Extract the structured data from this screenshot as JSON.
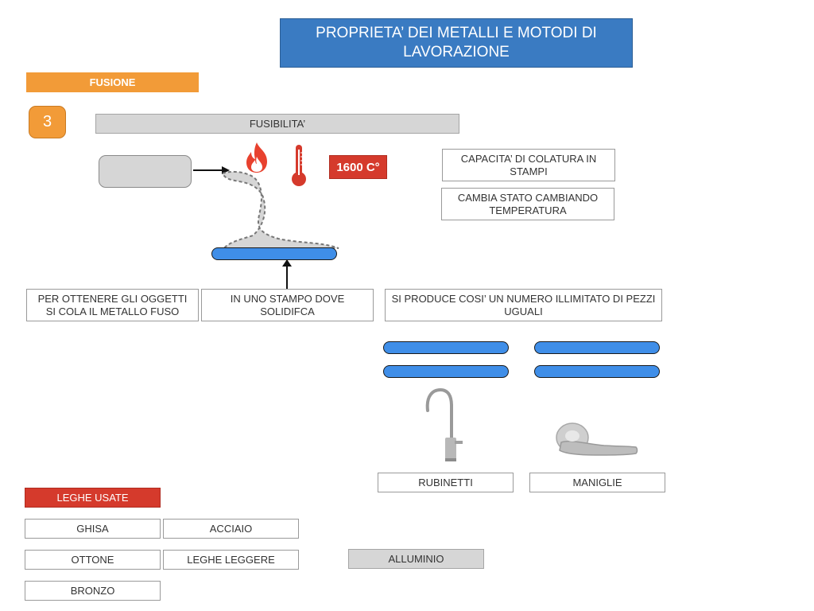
{
  "header": {
    "title": "PROPRIETA’ DEI METALLI E MOTODI DI LAVORAZIONE"
  },
  "section": {
    "label": "FUSIONE",
    "step_number": "3",
    "property": "FUSIBILITA’",
    "temperature": "1600 C°"
  },
  "notes": {
    "casting_capacity": "CAPACITA’ DI COLATURA IN STAMPI",
    "state_change": "CAMBIA STATO CAMBIANDO TEMPERATURA"
  },
  "process": {
    "step_1": "PER OTTENERE GLI OGGETTI SI COLA IL METALLO FUSO",
    "step_2": "IN UNO STAMPO DOVE SOLIDIFCA",
    "step_3": "SI PRODUCE COSI’ UN NUMERO ILLIMITATO DI PEZZI UGUALI"
  },
  "products": {
    "faucets": "RUBINETTI",
    "handles": "MANIGLIE"
  },
  "alloys": {
    "heading": "LEGHE USATE",
    "items": [
      "GHISA",
      "ACCIAIO",
      "OTTONE",
      "LEGHE LEGGERE",
      "BRONZO"
    ],
    "highlight": "ALLUMINIO"
  },
  "icons": [
    "flame-icon",
    "thermometer-icon",
    "faucet-icon",
    "door-handle-icon"
  ],
  "colors": {
    "title_bg": "#3a7bc2",
    "orange": "#f29b38",
    "red": "#d53a2c",
    "blue_pill": "#3f8ee8",
    "grey": "#d6d6d6"
  }
}
